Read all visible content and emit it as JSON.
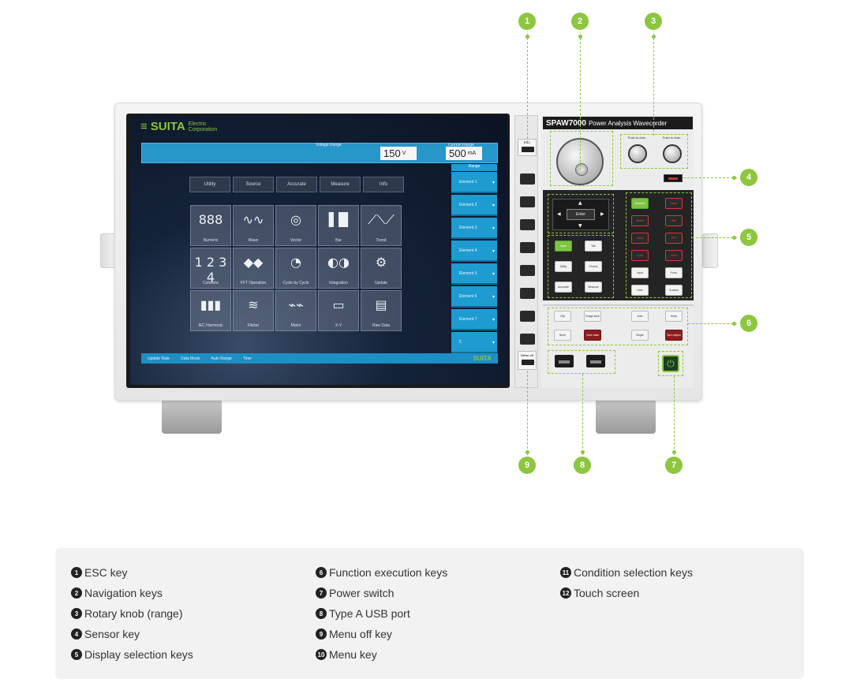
{
  "device": {
    "brand": "SUITA",
    "brand_sub": "Electric Corporation",
    "model": "SPAW7000",
    "model_desc": "Power Analysis Wavecorder",
    "knob_left_label": "Push to Auto",
    "knob_right_label": "Push to Auto",
    "esc_label": "ESC",
    "menu_off_label": "Menu off",
    "nav_enter_label": "Enter"
  },
  "screen": {
    "voltage_value": "150",
    "voltage_unit": "V",
    "current_value": "500",
    "current_unit": "mA",
    "voltage_caption": "Voltage Range",
    "current_caption": "Current Range",
    "range_header": "Range",
    "tabs": [
      "Utility",
      "Source",
      "Accurate",
      "Measure",
      "Info"
    ],
    "tiles": [
      {
        "icon": "888",
        "label": "Numeric"
      },
      {
        "icon": "∿∿",
        "label": "Wave"
      },
      {
        "icon": "◎",
        "label": "Vector"
      },
      {
        "icon": "▐▐▌",
        "label": "Bar"
      },
      {
        "icon": "⟋⟍⟋",
        "label": "Trend"
      },
      {
        "icon": "1 2 3 4",
        "label": "Combine"
      },
      {
        "icon": "◆◆",
        "label": "FFT Operation"
      },
      {
        "icon": "◔",
        "label": "Cycle by Cycle"
      },
      {
        "icon": "◐◑",
        "label": "Integration"
      },
      {
        "icon": "⚙",
        "label": "Update"
      },
      {
        "icon": "▮▮▮",
        "label": "IEC Harmonic"
      },
      {
        "icon": "≋",
        "label": "Flicker"
      },
      {
        "icon": "⌁⌁",
        "label": "Motor"
      },
      {
        "icon": "▭",
        "label": "X-Y"
      },
      {
        "icon": "▤",
        "label": "Raw Data"
      }
    ],
    "elements": [
      "Element 1",
      "Element 2",
      "Element 3",
      "Element 4",
      "Element 5",
      "Element 6",
      "Element 7",
      "Σ"
    ],
    "status_items": [
      "Update Rate",
      "Data Mode",
      "Auto Range",
      "Time"
    ],
    "status_logo": "SUITA"
  },
  "panel_keys": {
    "display_left": [
      "Numeric",
      "Vector",
      "Trend",
      "Cycle",
      "Input",
      "User"
    ],
    "display_right": [
      "Wave",
      "Bar",
      "FFT",
      "Hold",
      "Form",
      "Custom"
    ],
    "condition": [
      "Input",
      "Tab",
      "Utility",
      "Source",
      "Accurate",
      "Measure"
    ],
    "function_left": [
      "Clip",
      "Image save",
      "Store",
      "Save data"
    ],
    "function_right": [
      "Auto",
      "Keep",
      "Single",
      "Zero adjust"
    ]
  },
  "callouts": [
    "1",
    "2",
    "3",
    "4",
    "5",
    "6",
    "7",
    "8",
    "9"
  ],
  "legend": [
    {
      "num": "1",
      "label": "ESC key"
    },
    {
      "num": "2",
      "label": "Navigation keys"
    },
    {
      "num": "3",
      "label": "Rotary knob (range)"
    },
    {
      "num": "4",
      "label": "Sensor key"
    },
    {
      "num": "5",
      "label": "Display selection keys"
    },
    {
      "num": "6",
      "label": "Function execution keys"
    },
    {
      "num": "7",
      "label": "Power switch"
    },
    {
      "num": "8",
      "label": "Type A USB port"
    },
    {
      "num": "9",
      "label": "Menu off key"
    },
    {
      "num": "10",
      "label": "Menu key"
    },
    {
      "num": "11",
      "label": "Condition selection keys"
    },
    {
      "num": "12",
      "label": "Touch screen"
    }
  ],
  "colors": {
    "accent": "#8dc63f",
    "screen_blue": "#2796c9",
    "key_red": "#d23b3b"
  }
}
